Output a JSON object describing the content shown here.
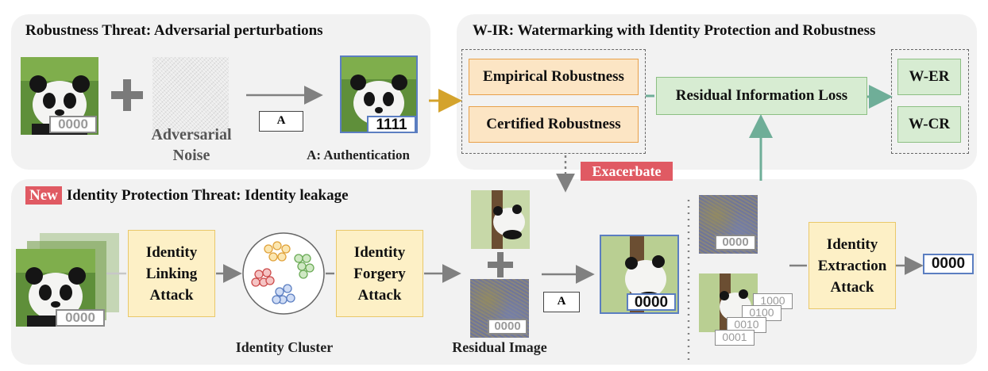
{
  "top_left": {
    "title": "Robustness Threat: Adversarial perturbations",
    "noise_label_line1": "Adversarial",
    "noise_label_line2": "Noise",
    "auth_box": "A",
    "auth_caption": "A: Authentication",
    "watermark_original": "0000",
    "watermark_attacked": "1111"
  },
  "top_right": {
    "title": "W-IR: Watermarking with Identity Protection and Robustness",
    "empirical": "Empirical Robustness",
    "certified": "Certified Robustness",
    "residual_loss": "Residual Information Loss",
    "wer": "W-ER",
    "wcr": "W-CR"
  },
  "exacerbate": "Exacerbate",
  "bottom": {
    "new_tag": "New",
    "title": "Identity Protection Threat: Identity leakage",
    "linking": [
      "Identity",
      "Linking",
      "Attack"
    ],
    "cluster_label": "Identity Cluster",
    "forgery": [
      "Identity",
      "Forgery",
      "Attack"
    ],
    "residual_label": "Residual Image",
    "auth_box": "A",
    "extraction": [
      "Identity",
      "Extraction",
      "Attack"
    ],
    "watermarks": {
      "stack": "0000",
      "residual": "0000",
      "forged": "0000",
      "extracted_top": "0000",
      "stack_a": "1000",
      "stack_b": "0100",
      "stack_c": "0010",
      "stack_d": "0001",
      "output": "0000"
    }
  },
  "colors": {
    "panel": "#f2f2f2",
    "orange_fill": "#fce5c4",
    "green_fill": "#d7ecd2",
    "yellow_fill": "#fdf0c6",
    "arrow_orange": "#d4a32c",
    "arrow_green": "#6fae98",
    "red_tag": "#e05a63",
    "blue_border": "#5b7ec1"
  }
}
